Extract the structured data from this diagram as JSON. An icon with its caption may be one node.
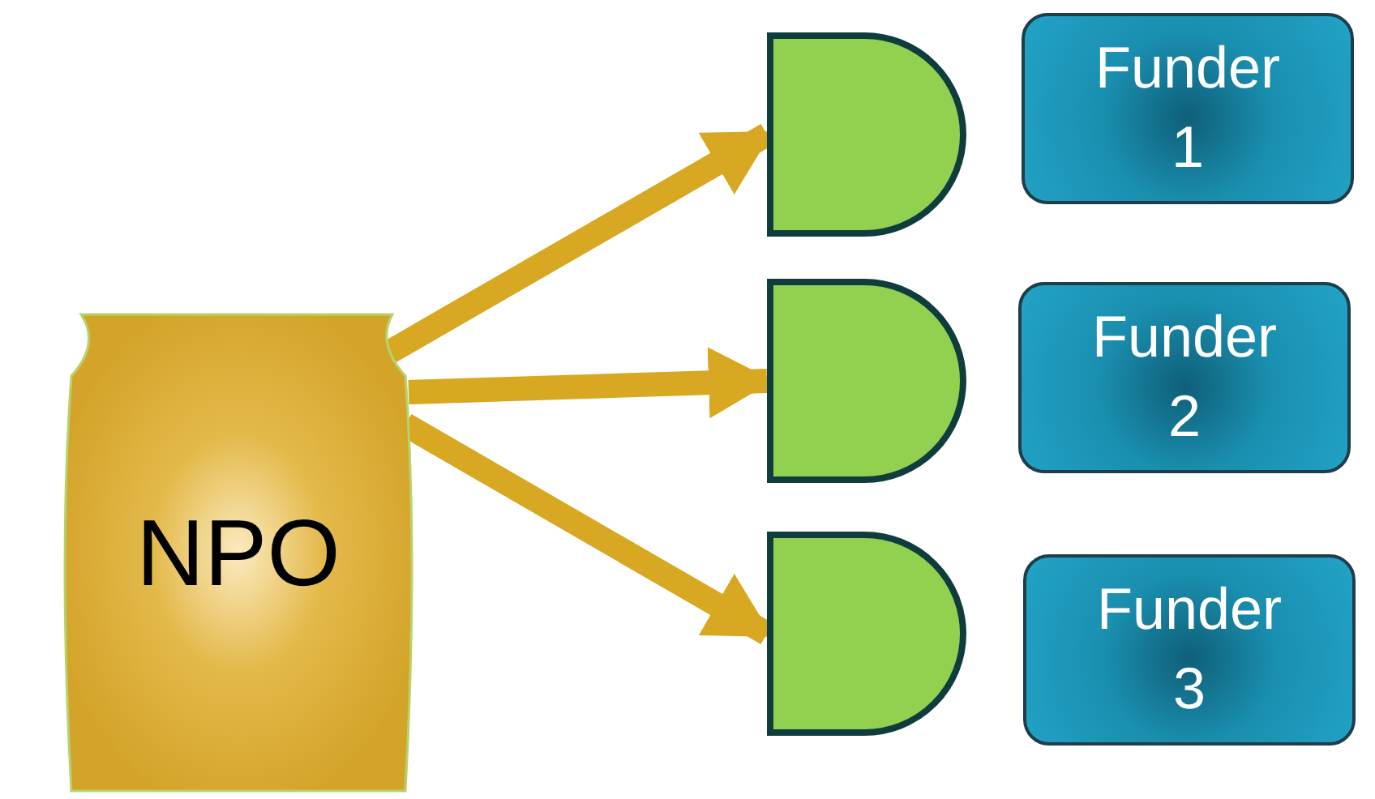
{
  "diagram": {
    "nodes": [
      {
        "text": [
          "NPO"
        ]
      },
      {
        "text": [],
        "shape": "box"
      },
      {
        "text": [],
        "shape": "box"
      },
      {
        "text": [],
        "shape": "box"
      },
      {
        "text": [
          "Funder 1"
        ]
      },
      {
        "text": [
          "Funder 2"
        ]
      },
      {
        "text": [
          "Funder 3"
        ]
      }
    ],
    "edges": [
      {
        "from": 0,
        "to": 1,
        "arrow": "to"
      },
      {
        "from": 0,
        "to": 2,
        "arrow": "to"
      },
      {
        "from": 0,
        "to": 3,
        "arrow": "to"
      }
    ]
  }
}
